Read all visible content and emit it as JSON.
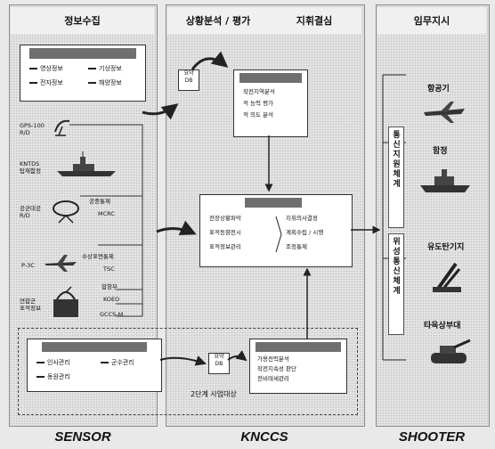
{
  "headers": {
    "col1": "정보수집",
    "col2a": "상황분석 / 평가",
    "col2b": "지휘결심",
    "col3": "임무지시"
  },
  "sensor": {
    "info_box_title": "",
    "info_items": [
      "영상정보",
      "기상정보",
      "전자정보",
      "해양정보"
    ],
    "gps": "GPS-100\nR/D",
    "kntds": "KNTDS\n탑재함정",
    "airforce": "공군대공\nR/D",
    "airforce_right1": "공중통제",
    "airforce_right2": "MCRC",
    "p3c": "P-3C",
    "p3c_label": "수상표면통제",
    "tsc": "TSC",
    "hq": "연합군\n표적정보",
    "hq_label": "합참부",
    "koeo": "KOEO",
    "gccs": "GCCS-M"
  },
  "knccs": {
    "db_label": "요약\nDB",
    "analysis_title": "",
    "analysis_items": [
      "작전지역분석",
      "적 능력 평가",
      "적 의도 분석"
    ],
    "command_title": "",
    "command_left": [
      "전장상황파악",
      "표적동향전시",
      "표적정보관리"
    ],
    "command_right": [
      "지휘의사결정",
      "계획수립 / 시행",
      "조정통제"
    ],
    "lower_box_title": "",
    "lower_items": [
      "인사관리",
      "군수관리",
      "동원관리"
    ],
    "lower_db_label": "요약\nDB",
    "phase2": "2단계 사업대상",
    "lower_right_title": "",
    "lower_right_items": [
      "가용전력분석",
      "작전지속성 판단",
      "전비태세관리"
    ]
  },
  "shooter": {
    "vertical1": "통신지원체계",
    "vertical2": "위성통신체계",
    "items": [
      "항공기",
      "함정",
      "유도탄기지",
      "타육상부대"
    ]
  },
  "footer": {
    "sensor": "SENSOR",
    "knccs": "KNCCS",
    "shooter": "SHOOTER"
  }
}
